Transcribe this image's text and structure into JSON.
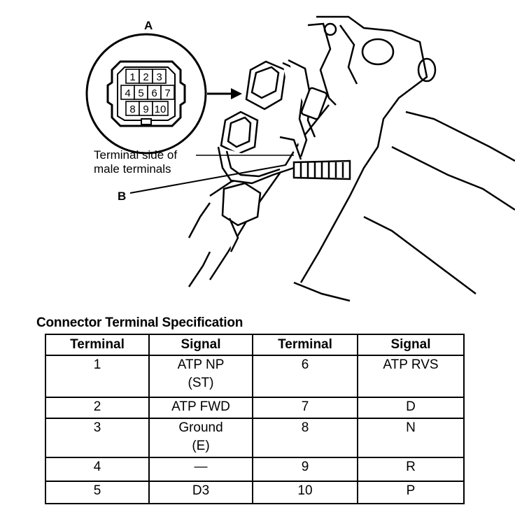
{
  "figure": {
    "label_a": "A",
    "label_b": "B",
    "pin_numbers": [
      "1",
      "2",
      "3",
      "4",
      "5",
      "6",
      "7",
      "8",
      "9",
      "10"
    ],
    "caption_line1": "Terminal side of",
    "caption_line2": "male terminals"
  },
  "table": {
    "title": "Connector Terminal Specification",
    "headers": [
      "Terminal",
      "Signal",
      "Terminal",
      "Signal"
    ],
    "rows": [
      {
        "t1": "1",
        "s1": "ATP NP",
        "s1b": "(ST)",
        "t2": "6",
        "s2": "ATP RVS"
      },
      {
        "t1": "2",
        "s1": "ATP FWD",
        "s1b": "",
        "t2": "7",
        "s2": "D"
      },
      {
        "t1": "3",
        "s1": "Ground",
        "s1b": "(E)",
        "t2": "8",
        "s2": "N"
      },
      {
        "t1": "4",
        "s1": "—",
        "s1b": "",
        "t2": "9",
        "s2": "R"
      },
      {
        "t1": "5",
        "s1": "D3",
        "s1b": "",
        "t2": "10",
        "s2": "P"
      }
    ]
  }
}
